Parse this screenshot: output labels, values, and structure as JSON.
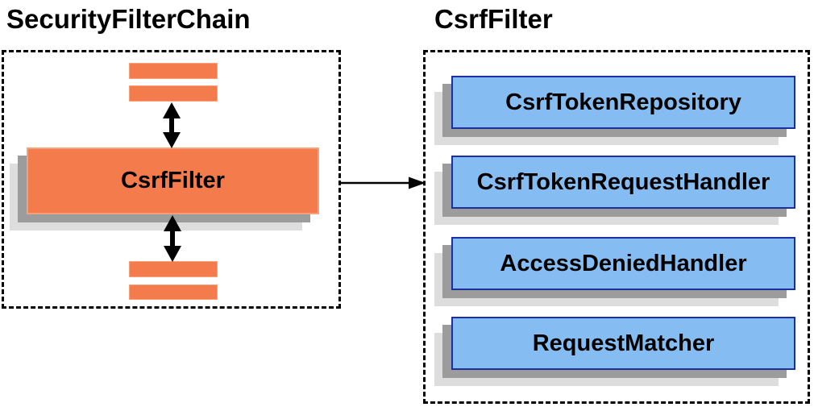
{
  "left_panel": {
    "title": "SecurityFilterChain",
    "filter_box_label": "CsrfFilter"
  },
  "right_panel": {
    "title": "CsrfFilter",
    "components": [
      "CsrfTokenRepository",
      "CsrfTokenRequestHandler",
      "AccessDeniedHandler",
      "RequestMatcher"
    ]
  },
  "colors": {
    "orange_fill": "#F47B4C",
    "orange_border": "#F8A078",
    "blue_fill": "#85BDF2",
    "blue_border": "#1D2E9E",
    "shadow_dark": "#9C9C9C",
    "shadow_light": "#DDDDDD",
    "arrow_color": "#000000",
    "text_color": "#000000"
  }
}
